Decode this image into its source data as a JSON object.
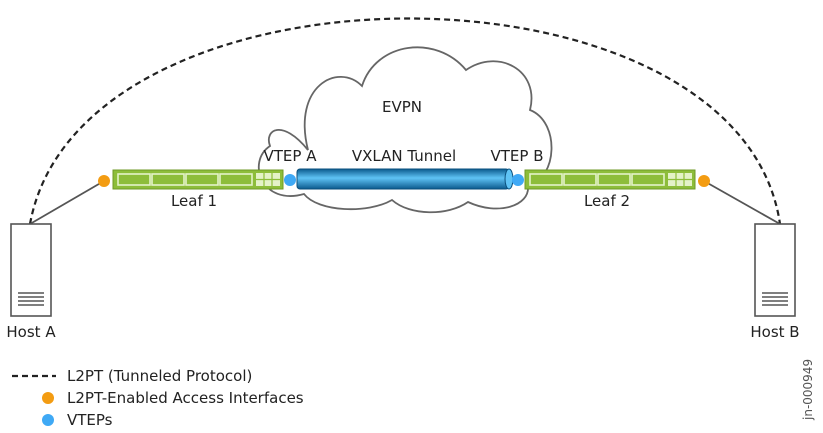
{
  "colors": {
    "leaf_fill": "#8dbd3a",
    "leaf_port": "#e4f2c8",
    "tunnel": "#1e88c6",
    "access_interface": "#f39c12",
    "vtep": "#3fa9f5",
    "cloud_stroke": "#666666",
    "host_stroke": "#555555"
  },
  "diagram": {
    "cloud_label": "EVPN",
    "tunnel_label": "VXLAN Tunnel",
    "vtep_a_label": "VTEP A",
    "vtep_b_label": "VTEP B",
    "leaf1_label": "Leaf 1",
    "leaf2_label": "Leaf 2",
    "host_a_label": "Host A",
    "host_b_label": "Host B"
  },
  "legend": {
    "l2pt": "L2PT (Tunneled Protocol)",
    "access": "L2PT-Enabled Access Interfaces",
    "vteps": "VTEPs"
  },
  "figure_id": "jn-000949"
}
